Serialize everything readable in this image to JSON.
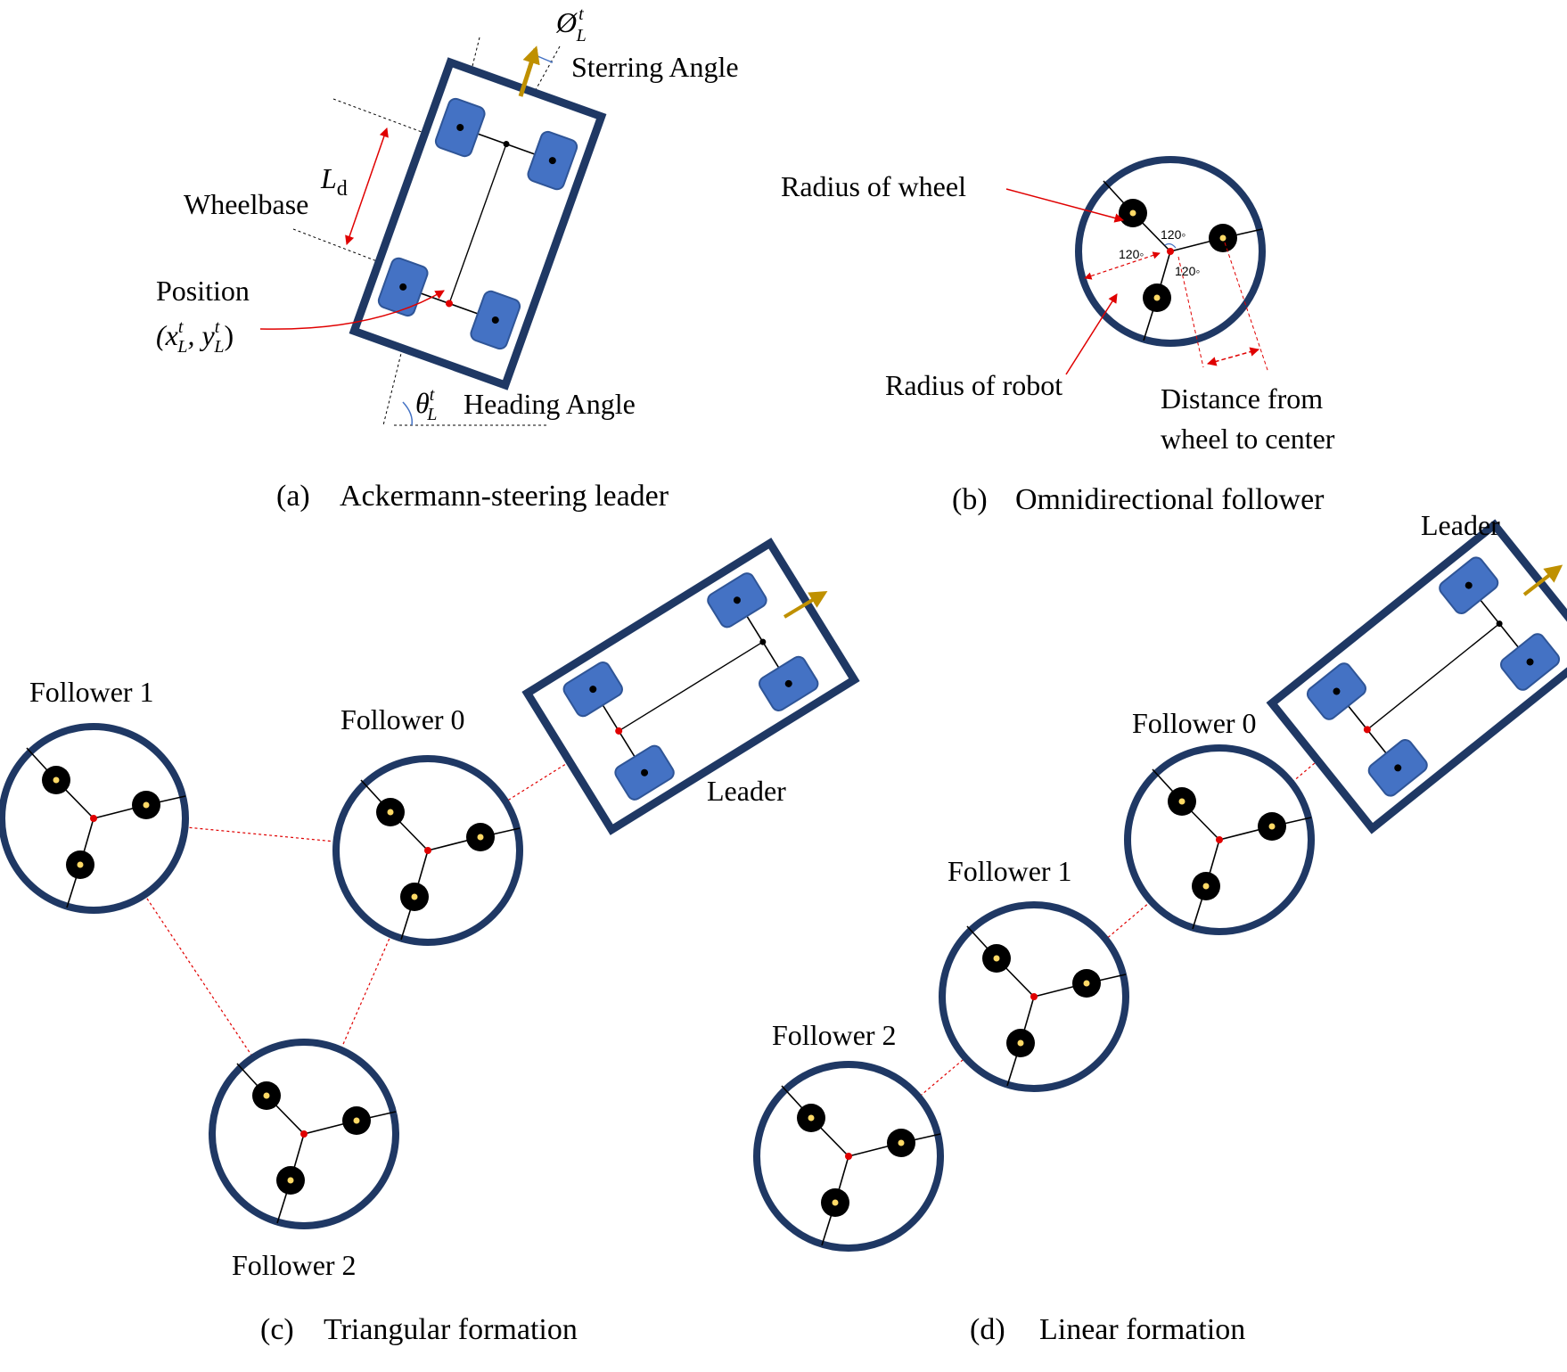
{
  "colors": {
    "frame": "#1f3864",
    "tire": "#4472c4",
    "tire_edge": "#2f5597",
    "dimension": "#e00000",
    "guide": "#000000",
    "heading_arrow": "#bf9000",
    "wheel": "#000000",
    "wheel_hub": "#ffd966"
  },
  "panel_a": {
    "caption_id": "(a)",
    "caption": "Ackermann-steering leader",
    "steering_symbol": "Ø",
    "steering_sup": "t",
    "steering_sub": "L",
    "steering_label": "Sterring Angle",
    "wheelbase_label": "Wheelbase",
    "ld_symbol": "L",
    "ld_sub": "d",
    "position_label": "Position",
    "position_open": "(x",
    "position_sup_1": "t",
    "position_sub_1": "L",
    "position_mid": ", y",
    "position_sup_2": "t",
    "position_sub_2": "L",
    "position_close": ")",
    "heading_symbol": "θ",
    "heading_sup": "t",
    "heading_sub": "L",
    "heading_label": "Heading Angle"
  },
  "panel_b": {
    "caption_id": "(b)",
    "caption": "Omnidirectional follower",
    "radius_wheel_label": "Radius of wheel",
    "radius_robot_label": "Radius of robot",
    "distance_label_1": "Distance from",
    "distance_label_2": "wheel to center",
    "angle_1": "120◦",
    "angle_2": "120◦",
    "angle_3": "120◦"
  },
  "panel_c": {
    "caption_id": "(c)",
    "caption": "Triangular formation",
    "leader_label": "Leader",
    "follower_0": "Follower 0",
    "follower_1": "Follower 1",
    "follower_2": "Follower 2"
  },
  "panel_d": {
    "caption_id": "(d)",
    "caption": "Linear formation",
    "leader_label": "Leader",
    "follower_0": "Follower 0",
    "follower_1": "Follower 1",
    "follower_2": "Follower 2"
  }
}
